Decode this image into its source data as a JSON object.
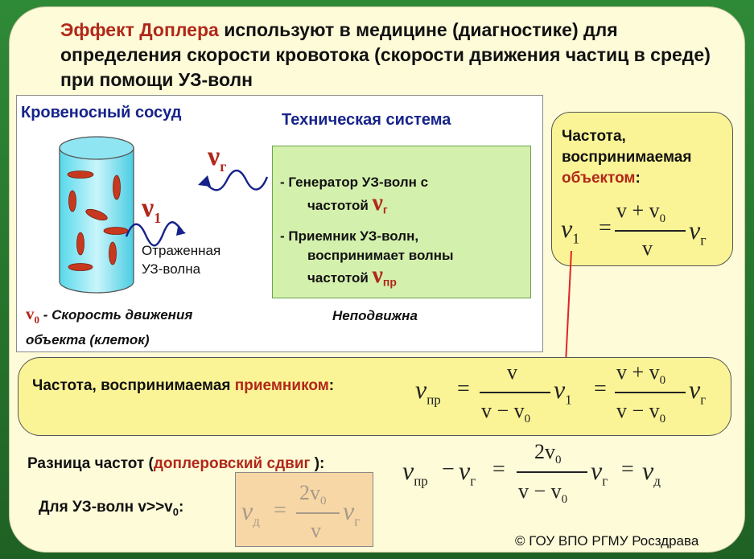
{
  "title": {
    "highlight": "Эффект Доплера",
    "rest": " используют в медицине (диагностике) для определения скорости кровотока (скорости движения частиц в среде) при помощи УЗ-волн"
  },
  "vessel": {
    "title": "Кровеносный сосуд",
    "nu1_main": "ν",
    "nu1_sub": "1",
    "reflected_line1": "Отраженная",
    "reflected_line2": "УЗ-волна",
    "v0_main": "v",
    "v0_sub": "0",
    "v0_desc_line1": " - Скорость движения",
    "v0_desc_line2": "объекта (клеток)"
  },
  "tech": {
    "title": "Техническая система",
    "nu_g_main": "ν",
    "nu_g_sub": "г",
    "gen_line1": "- Генератор УЗ-волн с",
    "gen_line2": "частотой ",
    "gen_nu": "ν",
    "gen_sub": "г",
    "rec_line1": "- Приемник УЗ-волн,",
    "rec_line2": "воспринимает волны",
    "rec_line3": "частотой ",
    "rec_nu": "ν",
    "rec_sub": "пр",
    "stationary": "Неподвижна"
  },
  "object_freq": {
    "line1": "Частота,",
    "line2": "воспринимаемая",
    "highlight": "объектом",
    "colon": ":",
    "lhs_main": "ν",
    "lhs_sub": "1",
    "eq": "=",
    "num": "v + v",
    "num_sub": "0",
    "den": "v",
    "mult_main": "ν",
    "mult_sub": "г"
  },
  "receiver_freq": {
    "label": "Частота, воспринимаемая ",
    "highlight": "приемником",
    "colon": ":",
    "lhs_main": "ν",
    "lhs_sub": "пр",
    "eq1": "=",
    "f1_num": "v",
    "f1_den": "v − v",
    "f1_den_sub": "0",
    "m1_main": "ν",
    "m1_sub": "1",
    "eq2": "=",
    "f2_num": "v + v",
    "f2_num_sub": "0",
    "f2_den": "v − v",
    "f2_den_sub": "0",
    "m2_main": "ν",
    "m2_sub": "г"
  },
  "shift": {
    "label": "Разница частот (",
    "highlight": "доплеровский сдвиг",
    "close": " ):",
    "a_main": "ν",
    "a_sub": "пр",
    "minus": "−",
    "b_main": "ν",
    "b_sub": "г",
    "eq1": "=",
    "num": "2v",
    "num_sub": "0",
    "den": "v − v",
    "den_sub": "0",
    "m_main": "ν",
    "m_sub": "г",
    "eq2": "=",
    "r_main": "ν",
    "r_sub": "д"
  },
  "us": {
    "label": "Для УЗ-волн v>>v",
    "label_sub": "0",
    "colon": ":",
    "lhs_main": "ν",
    "lhs_sub": "д",
    "eq": "=",
    "num": "2v",
    "num_sub": "0",
    "den": "v",
    "m_main": "ν",
    "m_sub": "г"
  },
  "copyright": "© ГОУ ВПО РГМУ Росздрава"
}
